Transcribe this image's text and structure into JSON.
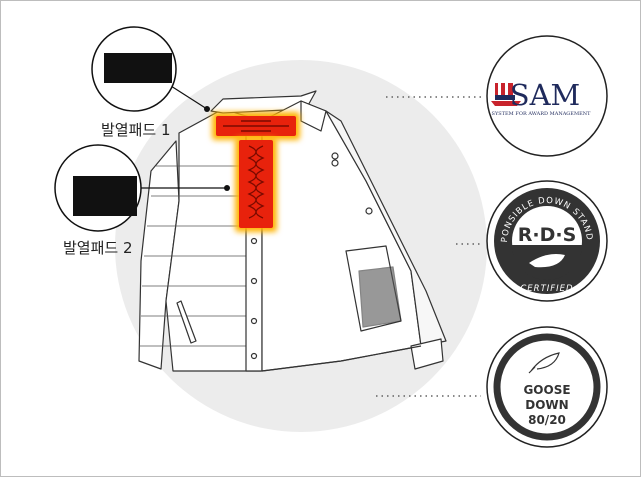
{
  "callouts": [
    {
      "label": "발열패드 1"
    },
    {
      "label": "발열패드 2"
    }
  ],
  "badges": {
    "sam": {
      "title": "SAM",
      "subtitle": "SYSTEM FOR AWARD MANAGEMENT",
      "icon": "uncle-sam-hat-icon"
    },
    "rds": {
      "ring_top": "RESPONSIBLE DOWN STANDARD",
      "center": "R·D·S",
      "ring_bottom": "CERTIFIED",
      "icon": "feather-icon"
    },
    "goose": {
      "line1": "GOOSE",
      "line2": "DOWN",
      "line3": "80/20",
      "icon": "feather-icon"
    }
  },
  "colors": {
    "heat_pad": "#e8220c",
    "heat_glow": "#ffb300",
    "backdrop": "#ececec",
    "sam_navy": "#1f2a5c",
    "sam_red": "#c8232c",
    "badge_dark": "#333333"
  }
}
